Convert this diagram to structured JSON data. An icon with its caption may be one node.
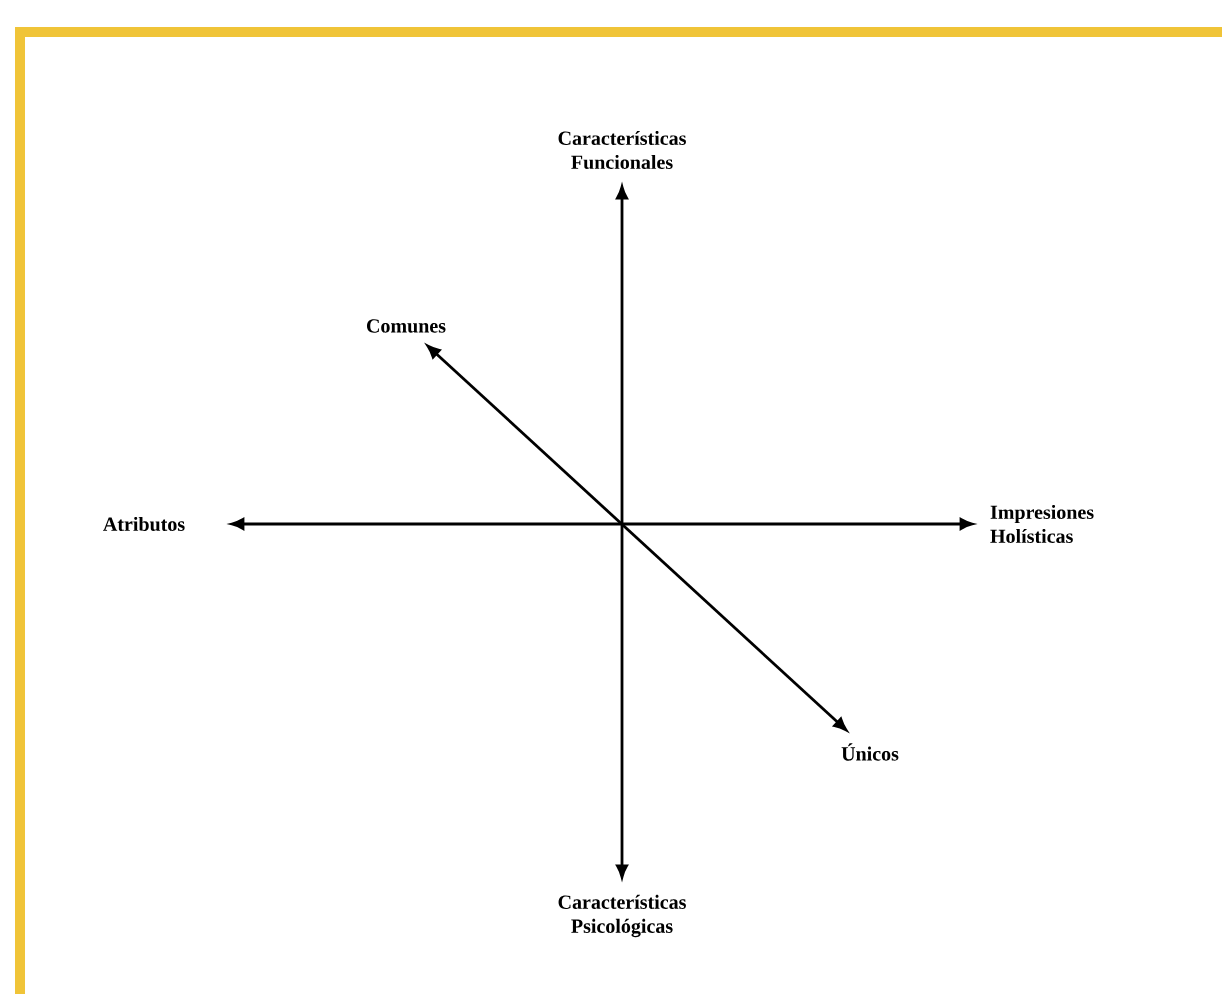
{
  "diagram": {
    "nodes": [
      {
        "text": [
          "Características Funcionales"
        ]
      },
      {
        "text": [
          "Comunes"
        ]
      },
      {
        "text": [
          "Atributos"
        ]
      },
      {
        "text": [
          "Impresiones Holísticas"
        ]
      },
      {
        "text": [
          "Únicos"
        ]
      },
      {
        "text": [
          "Características Psicológicas"
        ]
      }
    ],
    "edges": [
      {
        "from": 0,
        "to": 5,
        "arrow": "both"
      },
      {
        "from": 2,
        "to": 3,
        "arrow": "both"
      },
      {
        "from": 1,
        "to": 4,
        "arrow": "both"
      }
    ]
  }
}
